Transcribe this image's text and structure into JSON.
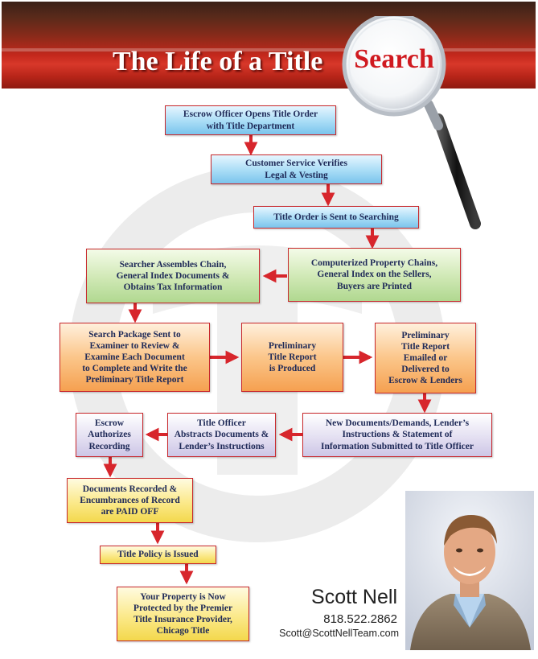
{
  "header": {
    "title": "The Life of a Title",
    "magnified_word": "Search"
  },
  "steps": {
    "open_order": "Escrow Officer Opens Title Order\nwith Title Department",
    "verify": "Customer Service Verifies\nLegal & Vesting",
    "sent_searching": "Title Order is Sent to Searching",
    "computerized": "Computerized Property Chains,\nGeneral Index on the Sellers,\nBuyers are Printed",
    "assemble": "Searcher Assembles Chain,\nGeneral Index Documents &\nObtains Tax Information",
    "package": "Search Package Sent to\nExaminer to Review &\nExamine Each Document\nto Complete and Write the\nPreliminary Title Report",
    "produced": "Preliminary\nTitle Report\nis Produced",
    "emailed": "Preliminary\nTitle Report\nEmailed or\nDelivered to\nEscrow & Lenders",
    "new_docs": "New Documents/Demands, Lender’s\nInstructions & Statement of\nInformation Submitted to Title Officer",
    "abstracts": "Title Officer\nAbstracts Documents &\nLender’s Instructions",
    "authorizes": "Escrow\nAuthorizes\nRecording",
    "recorded": "Documents Recorded &\nEncumbrances of Record\nare PAID OFF",
    "policy": "Title Policy is Issued",
    "protected": "Your Property is Now\nProtected by the Premier\nTitle Insurance Provider,\nChicago Title"
  },
  "contact": {
    "name": "Scott Nell",
    "phone": "818.522.2862",
    "email": "Scott@ScottNellTeam.com"
  },
  "colors": {
    "arrow": "#d7262c",
    "box_border": "#c8282c",
    "text": "#1f2a58",
    "banner": "#c4281c",
    "search_word": "#d01a20"
  }
}
